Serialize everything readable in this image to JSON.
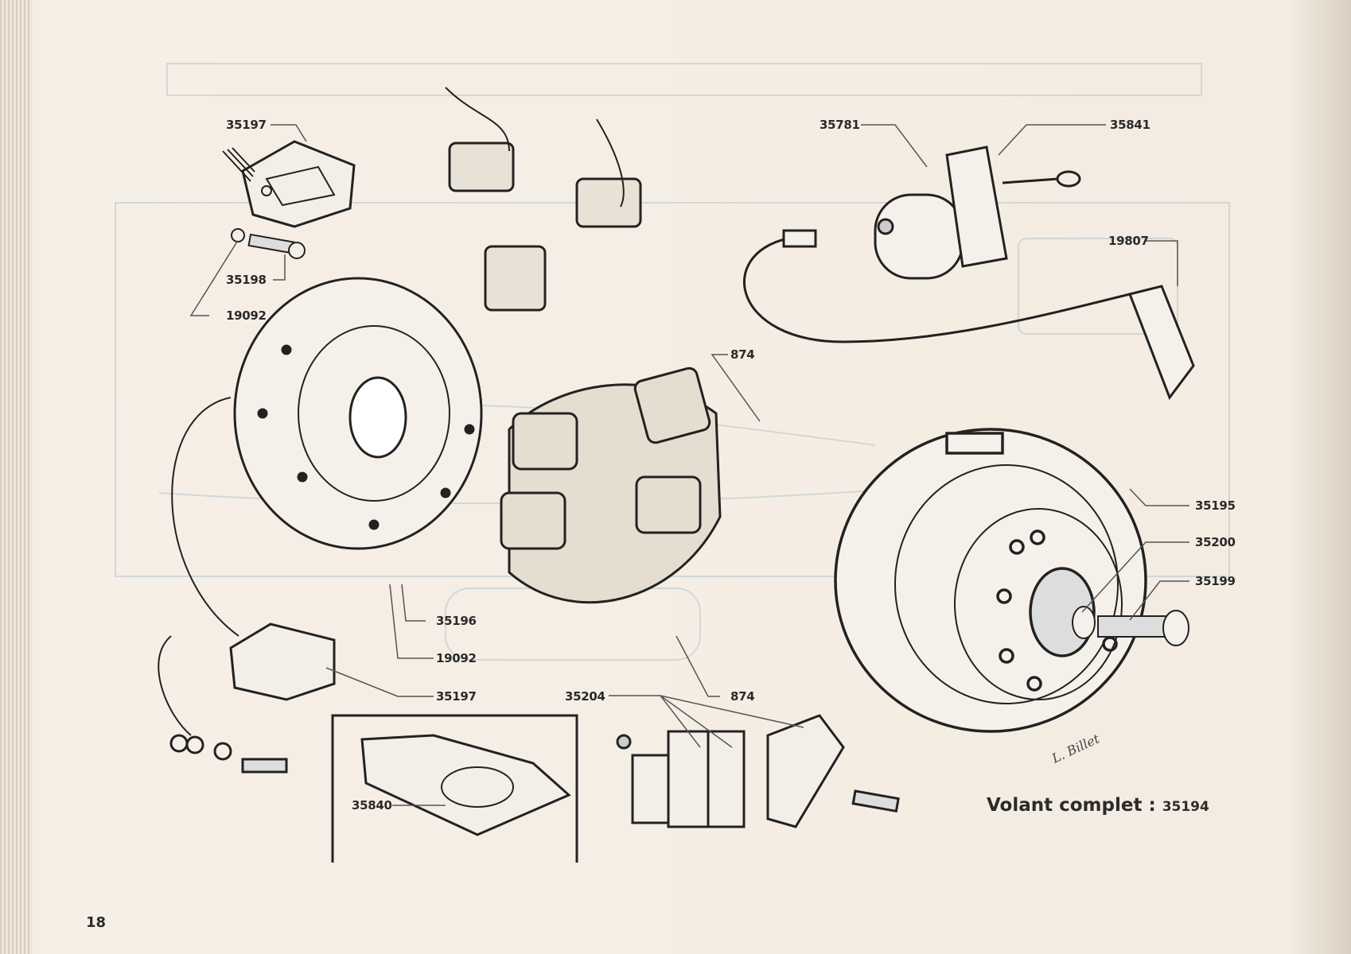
{
  "page": {
    "number": "18"
  },
  "caption": {
    "title": "Volant complet :",
    "part_number": "35194"
  },
  "signature": "L. Billet",
  "labels": {
    "p35197_top": "35197",
    "p35198": "35198",
    "p19092_top": "19092",
    "p35781": "35781",
    "p35841": "35841",
    "p19807": "19807",
    "p874_top": "874",
    "p35195": "35195",
    "p35200": "35200",
    "p35199": "35199",
    "p35196": "35196",
    "p19092_bottom": "19092",
    "p35197_bottom": "35197",
    "p35204": "35204",
    "p874_bottom": "874",
    "p35840": "35840"
  },
  "colors": {
    "paper": "#f4ece1",
    "ink": "#2a2a2a",
    "ghost": "#c9d2d6"
  }
}
